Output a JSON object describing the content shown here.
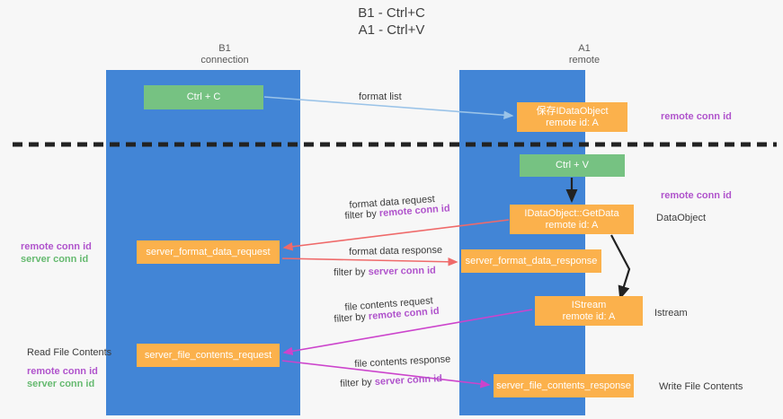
{
  "title": "B1 - Ctrl+C\nA1 - Ctrl+V",
  "columns": {
    "left": {
      "name": "B1",
      "role": "connection",
      "label": "B1\nconnection"
    },
    "right": {
      "name": "A1",
      "role": "remote",
      "label": "A1\nremote"
    }
  },
  "colors": {
    "lane": "#4285d6",
    "green_box": "#76c282",
    "orange_box": "#fbb14c",
    "purple_text": "#b054cc",
    "green_text": "#66ba70",
    "red_arrow": "#ef6a6a",
    "magenta_arrow": "#cc44cc",
    "blue_arrow": "#9ac3e8",
    "black_arrow": "#222222",
    "divider": "#222222",
    "background": "#f7f7f7"
  },
  "boxes": {
    "ctrl_c": "Ctrl + C",
    "save_idataobject": "保存IDataObject\nremote id: A",
    "ctrl_v": "Ctrl + V",
    "getdata": "IDataObject::GetData\nremote id: A",
    "server_format_data_request": "server_format_data_request",
    "server_format_data_response": "server_format_data_response",
    "istream": "IStream\nremote id: A",
    "server_file_contents_request": "server_file_contents_request",
    "server_file_contents_response": "server_file_contents_response"
  },
  "arrow_labels": {
    "format_list": "format list",
    "format_data_request": "format data request",
    "format_data_request_filter_prefix": "filter by ",
    "format_data_request_filter_key": "remote conn id",
    "format_data_response": "format data response",
    "format_data_response_filter_prefix": "filter by ",
    "format_data_response_filter_key": "server conn id",
    "file_contents_request": "file contents request",
    "file_contents_request_filter_prefix": "filter by ",
    "file_contents_request_filter_key": "remote conn id",
    "file_contents_response": "file contents response",
    "file_contents_response_filter_prefix": "filter by ",
    "file_contents_response_filter_key": "server conn id"
  },
  "side_labels": {
    "right_remote_conn_id_top": "remote conn id",
    "right_remote_conn_id_mid": "remote conn id",
    "right_dataobject": "DataObject",
    "right_istream": "Istream",
    "right_write_file_contents": "Write File Contents",
    "left_remote_conn_id_1": "remote conn id",
    "left_server_conn_id_1": "server conn id",
    "left_read_file_contents": "Read File Contents",
    "left_remote_conn_id_2": "remote conn id",
    "left_server_conn_id_2": "server conn id"
  }
}
